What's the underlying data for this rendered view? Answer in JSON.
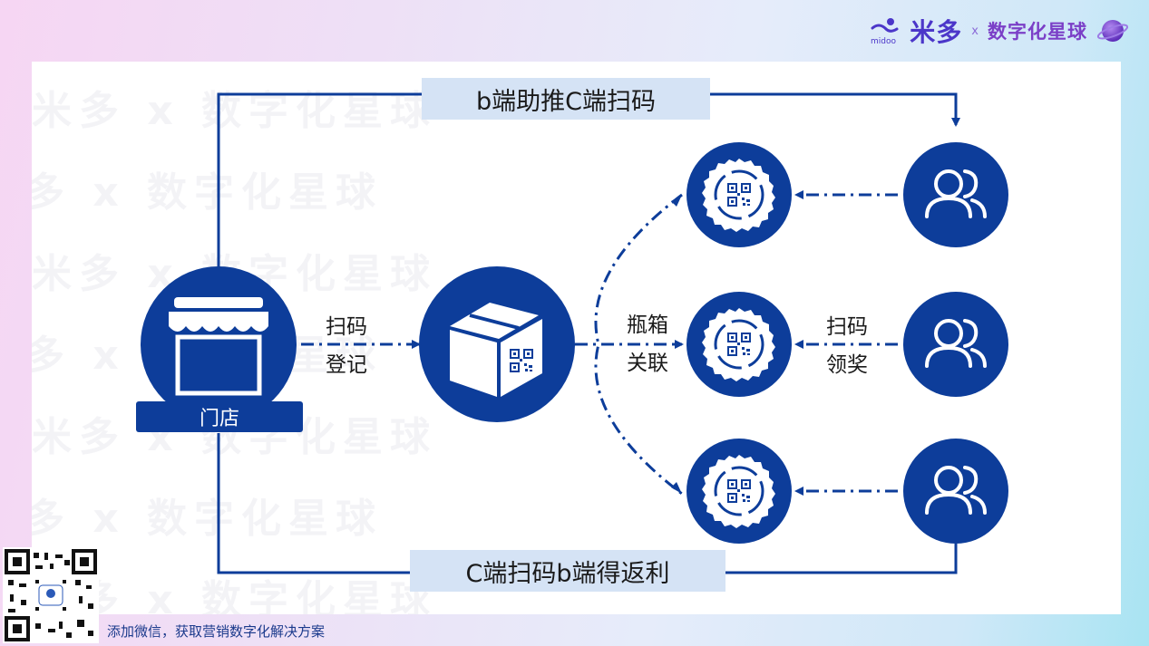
{
  "brand": {
    "logo_name": "米多",
    "logo_sub": "midoo",
    "times": "x",
    "partner": "数字化星球"
  },
  "diagram": {
    "top_flow": "b端助推C端扫码",
    "bottom_flow": "C端扫码b端得返利",
    "store": "门店",
    "store_to_box": [
      "扫码",
      "登记"
    ],
    "box_to_codes": [
      "瓶箱",
      "关联"
    ],
    "user_to_code": [
      "扫码",
      "领奖"
    ]
  },
  "watermark": {
    "text": "米多 x 数字化星球"
  },
  "footer": {
    "cta": "添加微信，获取营销数字化解决方案"
  },
  "colors": {
    "primary": "#0d3d9a",
    "label_bg": "#d5e3f5",
    "line": "#0d3d9a"
  }
}
